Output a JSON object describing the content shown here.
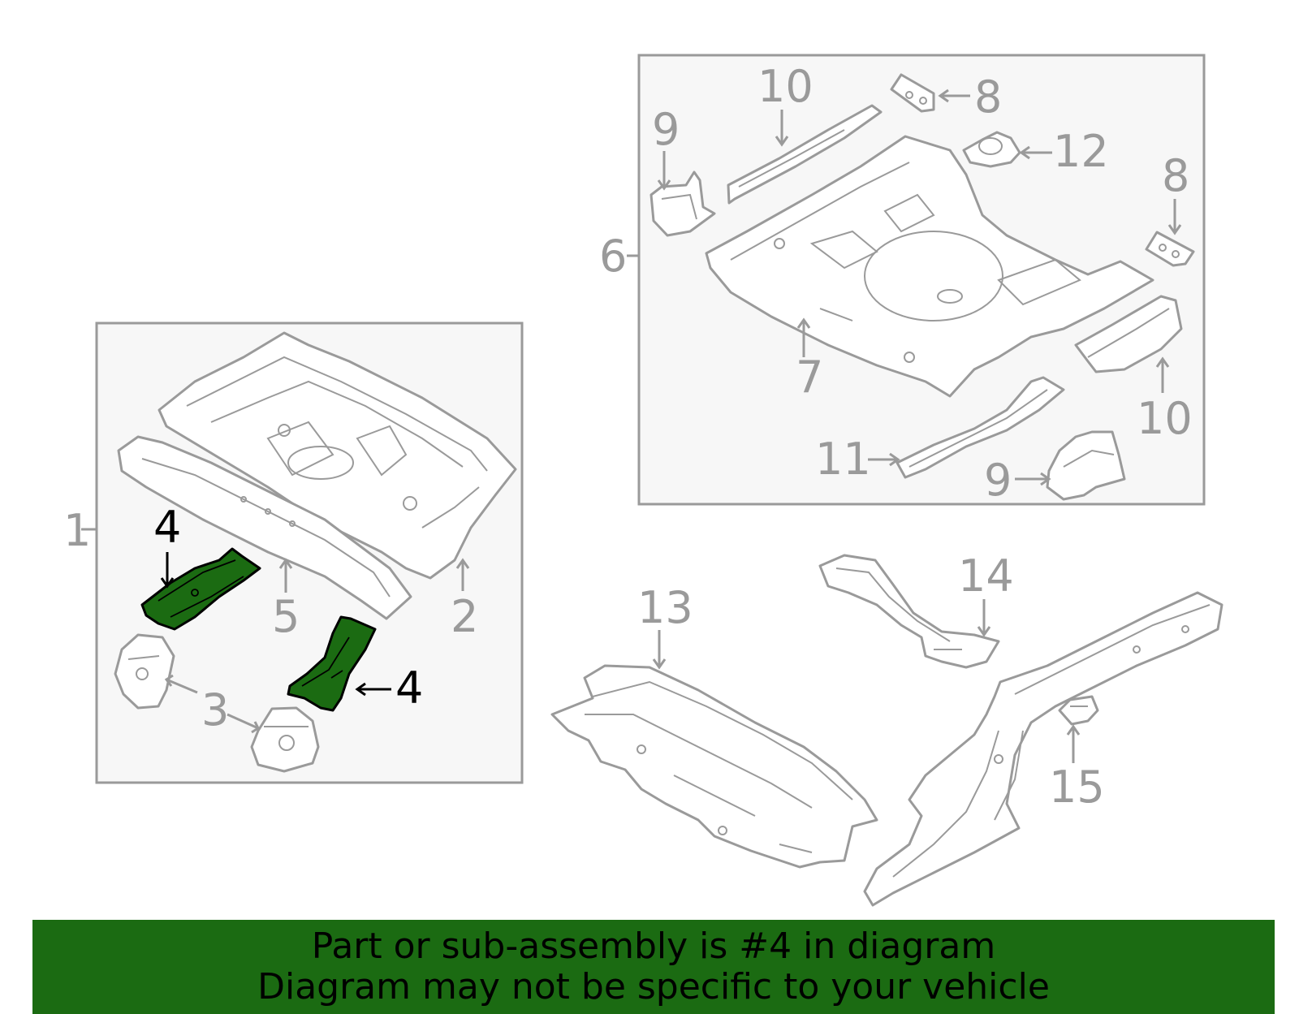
{
  "diagram": {
    "callouts": {
      "c1": "1",
      "c2": "2",
      "c3": "3",
      "c4a": "4",
      "c4b": "4",
      "c5": "5",
      "c6": "6",
      "c7": "7",
      "c8a": "8",
      "c8b": "8",
      "c9a": "9",
      "c9b": "9",
      "c10a": "10",
      "c10b": "10",
      "c11": "11",
      "c12": "12",
      "c13": "13",
      "c14": "14",
      "c15": "15"
    },
    "highlighted_part": "4",
    "colors": {
      "highlight": "#1b6b12",
      "line": "#9a9a9a",
      "box_fill": "#f7f7f7"
    }
  },
  "banner": {
    "line1": "Part or sub-assembly is #4 in diagram",
    "line2": "Diagram may not be specific to your vehicle"
  }
}
